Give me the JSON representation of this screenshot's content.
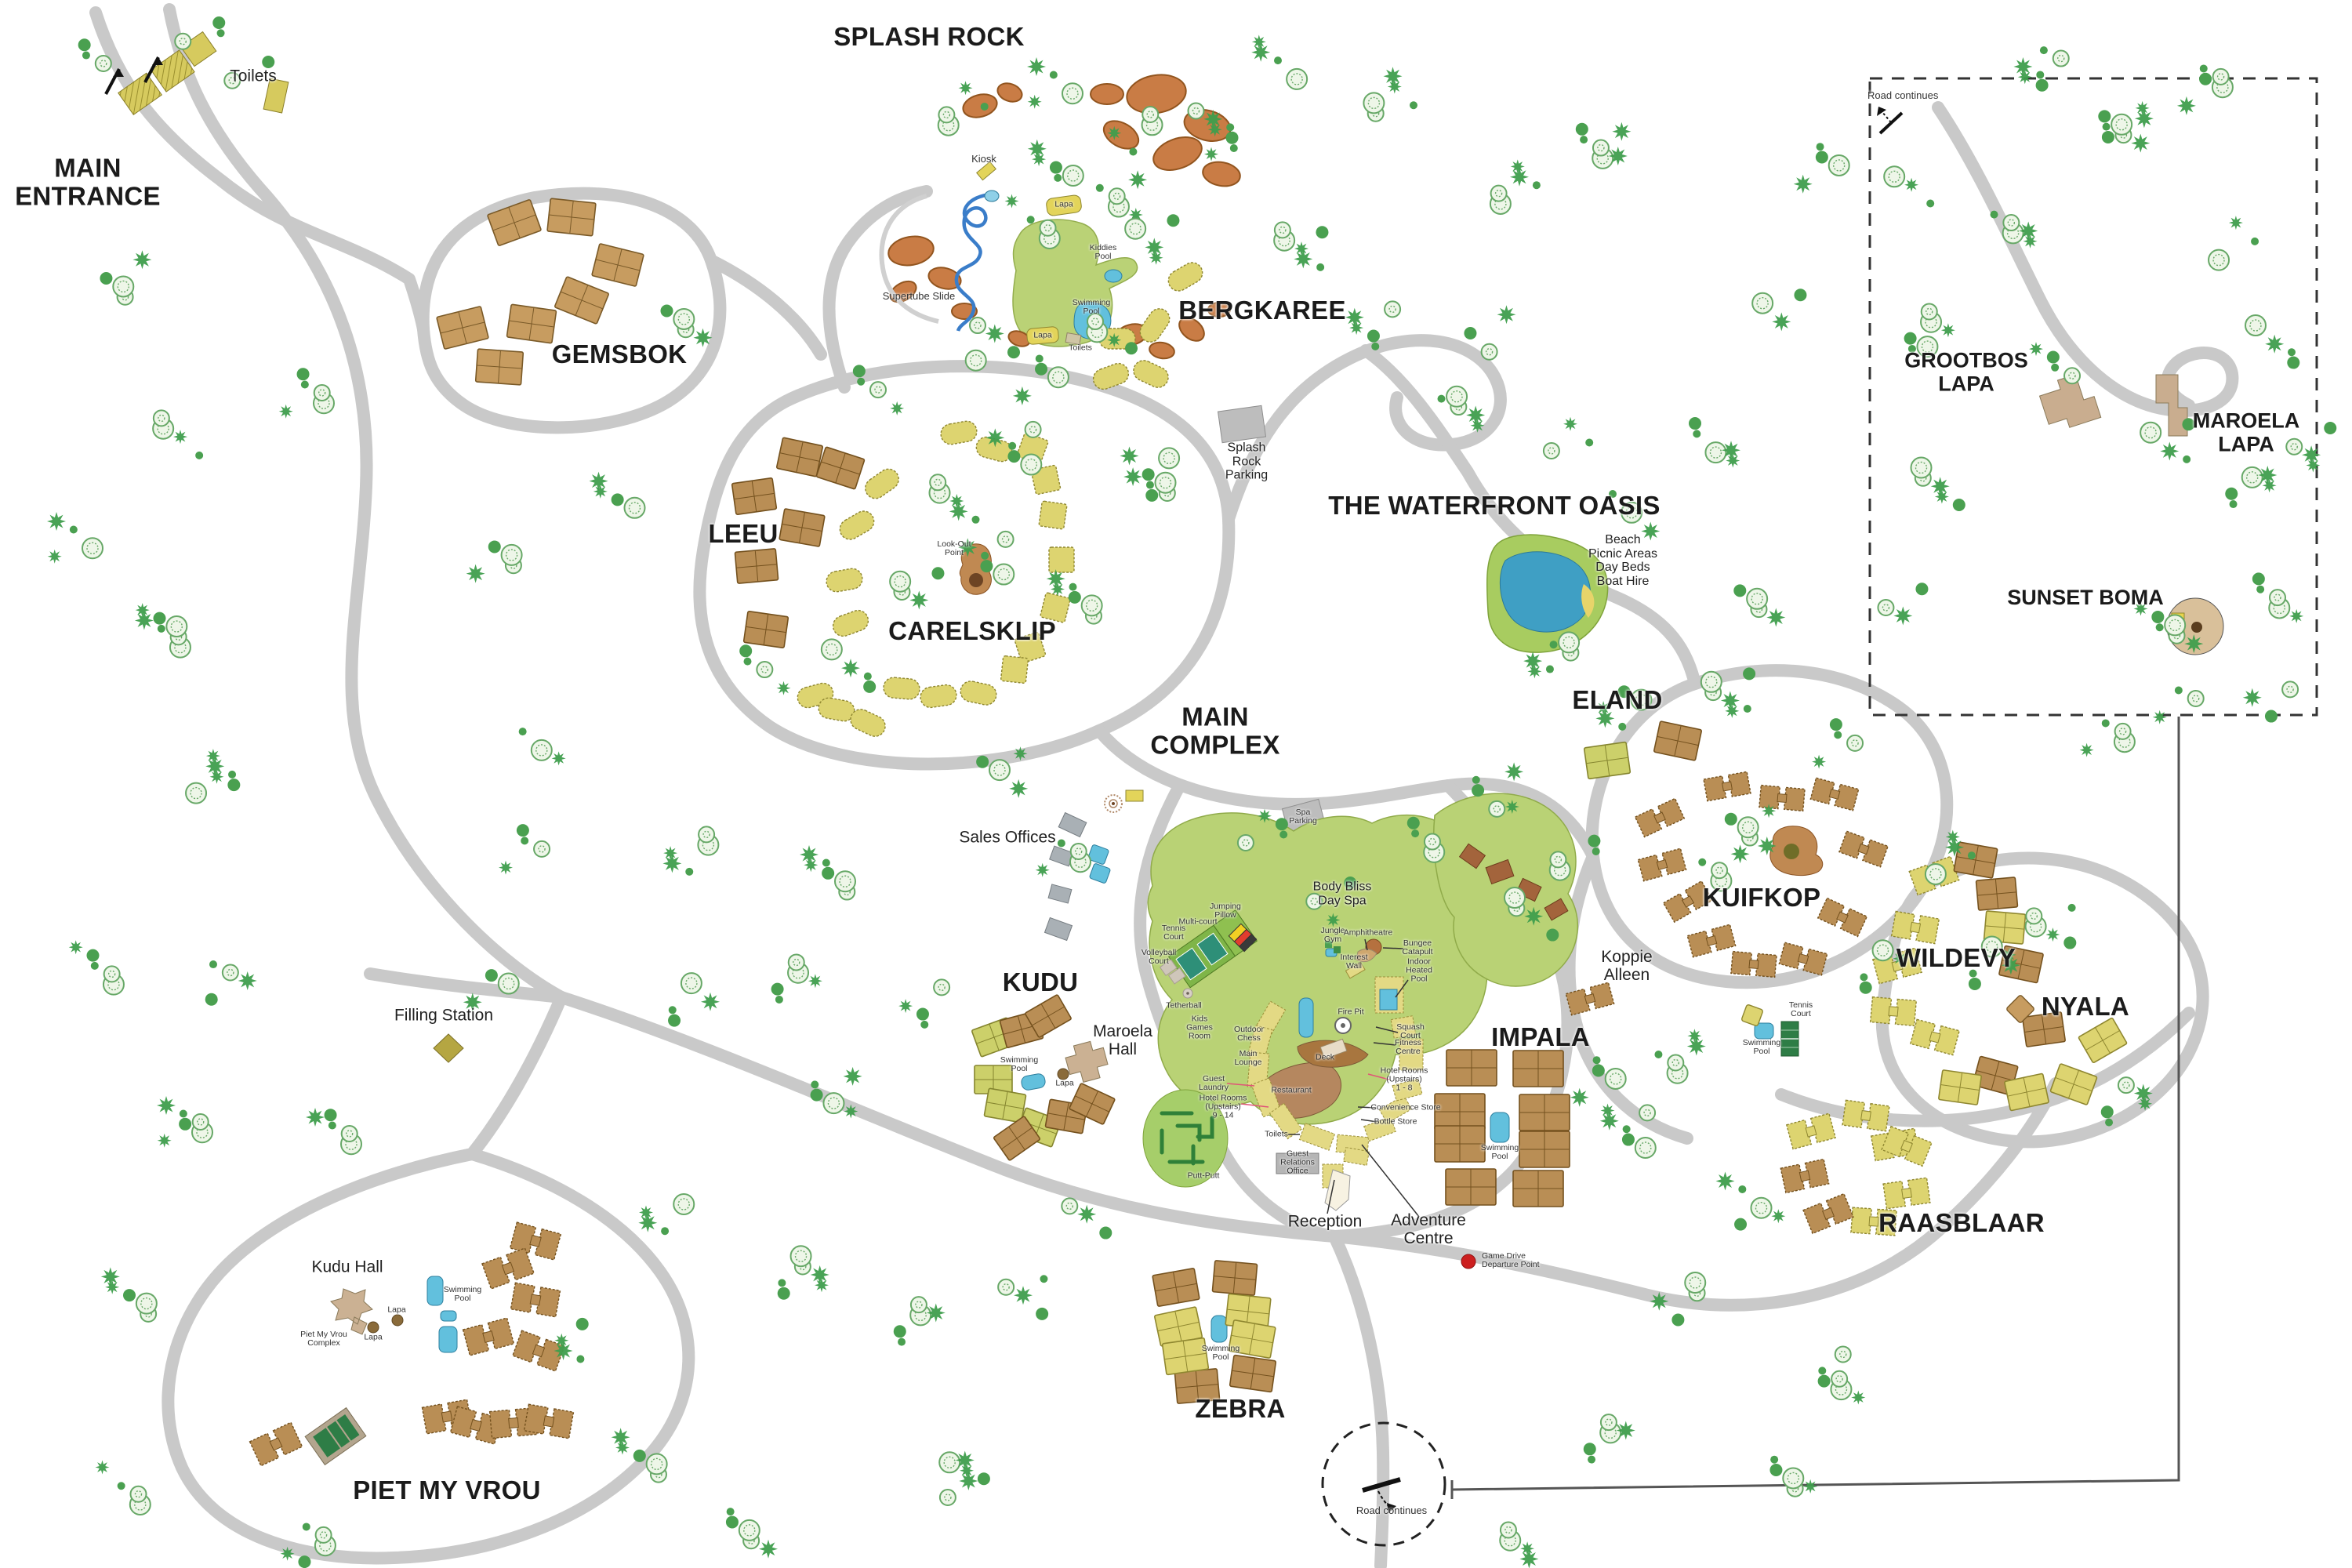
{
  "map_colors": {
    "road": "#c9c9c9",
    "lawn": "#b9d275",
    "water": "#62c0dd",
    "rock": "#c97c45",
    "chalet_brown": "#b98e55",
    "chalet_yellow": "#ddd470",
    "building_tan": "#cbb193",
    "parking_gray": "#bdbdbd",
    "tree_green": "#4aa050",
    "label_dark": "#1b1b1b",
    "game_drive_red": "#cc1f1f",
    "boundary": "#555555"
  },
  "labels": {
    "main_entrance": "MAIN\nENTRANCE",
    "toilets_entrance": "Toilets",
    "splash_rock": "SPLASH ROCK",
    "kiosk": "Kiosk",
    "lapa_splash_upper": "Lapa",
    "kiddies_pool": "Kiddies\nPool",
    "swimming_pool_splash": "Swimming\nPool",
    "lapa_splash_lower": "Lapa",
    "toilets_splash": "Toilets",
    "supertube_slide": "Supertube Slide",
    "bergkaree": "BERGKAREE",
    "splash_rock_parking": "Splash\nRock\nParking",
    "gemsbok": "GEMSBOK",
    "leeu": "LEEU",
    "carelsklip": "CARELSKLIP",
    "lookout_point": "Look-Out\nPoint",
    "waterfront_oasis": "THE WATERFRONT OASIS",
    "beach_amenities": "Beach\nPicnic Areas\nDay Beds\nBoat Hire",
    "eland": "ELAND",
    "main_complex": "MAIN\nCOMPLEX",
    "sales_offices": "Sales Offices",
    "spa_parking": "Spa\nParking",
    "body_bliss": "Body Bliss\nDay Spa",
    "kuifkop": "KUIFKOP",
    "koppie_alleen": "Koppie\nAlleen",
    "wildevy": "WILDEVY",
    "nyala": "NYALA",
    "grootbos_lapa": "GROOTBOS\nLAPA",
    "maroela_lapa": "MAROELA\nLAPA",
    "sunset_boma": "SUNSET BOMA",
    "road_continues_top": "Road continues",
    "road_continues_bottom": "Road continues",
    "kudu": "KUDU",
    "maroela_hall": "Maroela\nHall",
    "swimming_pool_kudu": "Swimming\nPool",
    "lapa_kudu": "Lapa",
    "putt_putt": "Putt-Putt",
    "impala": "IMPALA",
    "swimming_pool_impala": "Swimming\nPool",
    "raasblaar": "RAASBLAAR",
    "zebra": "ZEBRA",
    "swimming_pool_zebra": "Swimming\nPool",
    "piet_my_vrou": "PIET MY VROU",
    "kudu_hall": "Kudu Hall",
    "pmv_complex": "Piet My Vrou\nComplex",
    "lapa_pmv_1": "Lapa",
    "lapa_pmv_2": "Lapa",
    "swimming_pool_pmv": "Swimming\nPool",
    "filling_station": "Filling Station",
    "reception": "Reception",
    "adventure_centre": "Adventure\nCentre",
    "game_drive": "Game Drive\nDeparture Point",
    "swimming_pool_koppie": "Swimming\nPool",
    "tennis_court_koppie": "Tennis\nCourt",
    "jumping_pillow": "Jumping\nPillow",
    "multi_court": "Multi-court",
    "tennis_court_mc": "Tennis\nCourt",
    "volleyball_court": "Volleyball\nCourt",
    "tetherball": "Tetherball",
    "kids_games_room": "Kids\nGames\nRoom",
    "outdoor_chess": "Outdoor\nChess",
    "main_lounge": "Main\nLounge",
    "guest_laundry": "Guest\nLaundry",
    "hotel_rooms_9_14": "Hotel Rooms\n(Upstairs)\n9 - 14",
    "hotel_rooms_1_8": "Hotel Rooms\n(Upstairs)\n1 - 8",
    "jungle_gym": "Jungle\nGym",
    "amphitheatre": "Amphitheatre",
    "bungee_catapult": "Bungee\nCatapult",
    "interest_wall": "Interest\nWall",
    "indoor_heated_pool": "Indoor\nHeated\nPool",
    "fire_pit": "Fire Pit",
    "deck": "Deck",
    "restaurant": "Restaurant",
    "squash_court": "Squash\nCourt",
    "fitness_centre": "Fitness\nCentre",
    "convenience_store": "Convenience Store",
    "bottle_store": "Bottle Store",
    "toilets_mc": "Toilets",
    "guest_relations": "Guest\nRelations\nOffice"
  }
}
